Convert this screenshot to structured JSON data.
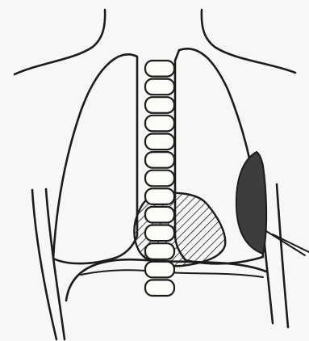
{
  "figure": {
    "subject": "chest-x-ray-schematic",
    "colors": {
      "ink": "#1c1c1c",
      "paper": "#f7f7f5",
      "shaded_lesion": "#3d3d3d"
    },
    "vertebra_count": 13,
    "regions": [
      {
        "id": "neck-and-shoulders"
      },
      {
        "id": "right-lung"
      },
      {
        "id": "left-lung"
      },
      {
        "id": "spine"
      },
      {
        "id": "heart-hatched"
      },
      {
        "id": "diaphragm"
      },
      {
        "id": "pleural-lesion-solid"
      },
      {
        "id": "pointer-line"
      }
    ]
  }
}
